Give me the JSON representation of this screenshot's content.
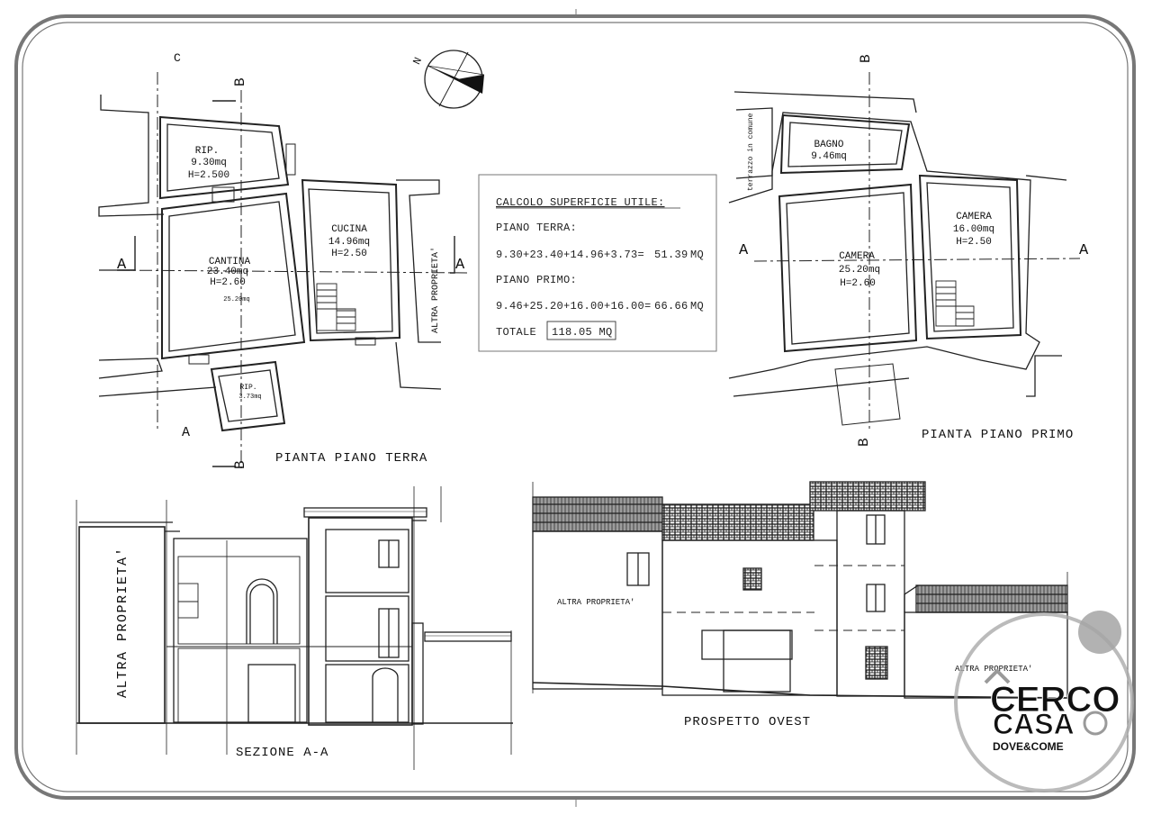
{
  "plans": {
    "ground": {
      "title": "PIANTA PIANO TERRA",
      "rooms": [
        {
          "name": "RIP.",
          "area": "9.30mq",
          "height": "H=2.500"
        },
        {
          "name": "CANTINA",
          "area": "23.40mq",
          "height": "H=2.60",
          "extra": "25.20mq"
        },
        {
          "name": "CUCINA",
          "area": "14.96mq",
          "height": "H=2.50"
        },
        {
          "name": "RIP.",
          "area": "3.73mq"
        }
      ],
      "side_label": "ALTRA PROPRIETA'"
    },
    "first": {
      "title": "PIANTA PIANO PRIMO",
      "rooms": [
        {
          "name": "BAGNO",
          "area": "9.46mq"
        },
        {
          "name": "CAMERA",
          "area": "25.20mq",
          "height": "H=2.60"
        },
        {
          "name": "CAMERA",
          "area": "16.00mq",
          "height": "H=2.50"
        }
      ],
      "terrace_label": "terrazzo in comune"
    }
  },
  "section_marks": {
    "a": "A",
    "b": "B",
    "c": "C"
  },
  "north": "N",
  "calc": {
    "title": "CALCOLO SUPERFICIE UTILE:",
    "ground_label": "PIANO TERRA:",
    "ground_formula": "9.30+23.40+14.96+3.73=",
    "ground_total": "51.39",
    "ground_unit": "MQ",
    "first_label": "PIANO PRIMO:",
    "first_formula": "9.46+25.20+16.00+16.00=",
    "first_total": "66.66",
    "first_unit": "MQ",
    "total_label": "TOTALE",
    "total_value": "118.05 MQ"
  },
  "section": {
    "title": "SEZIONE A-A",
    "left_label": "ALTRA PROPRIETA'"
  },
  "elevation": {
    "title": "PROSPETTO OVEST",
    "left_label": "ALTRA PROPRIETA'",
    "right_label": "ALTRA PROPRIETA'"
  },
  "watermark": {
    "line1": "CERCO",
    "line2": "CASA",
    "line3": "DOVE&COME"
  },
  "colors": {
    "line": "#222222",
    "frame": "#555555",
    "watermark": "#9a9a9a"
  }
}
